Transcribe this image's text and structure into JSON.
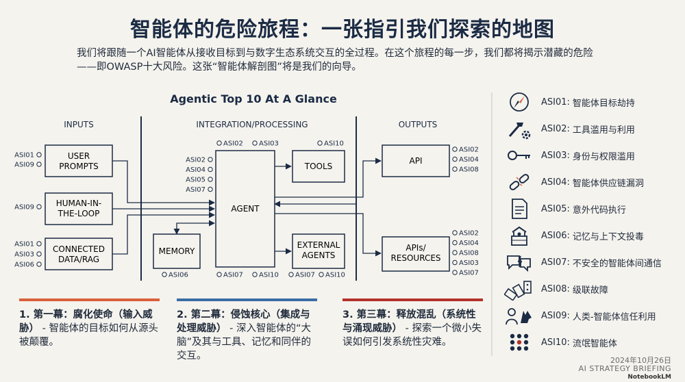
{
  "header": {
    "title": "智能体的危险旅程：一张指引我们探索的地图",
    "subtitle": "我们将跟随一个AI智能体从接收目标到与数字生态系统交互的全过程。在这个旅程的每一步，我们都将揭示潜藏的危险——即OWASP十大风险。这张“智能体解剖图”将是我们的向导。"
  },
  "diagram": {
    "heading": "Agentic Top 10 At A Glance",
    "sections": {
      "inputs": "INPUTS",
      "processing": "INTEGRATION/PROCESSING",
      "outputs": "OUTPUTS"
    },
    "boxes": {
      "user_prompts": [
        "USER",
        "PROMPTS"
      ],
      "human_loop": [
        "HUMAN-IN-",
        "THE-LOOP"
      ],
      "connected_data": [
        "CONNECTED",
        "DATA/RAG"
      ],
      "agent": "AGENT",
      "tools": "TOOLS",
      "memory": "MEMORY",
      "external_agents": [
        "EXTERNAL",
        "AGENTS"
      ],
      "api": "API",
      "apis_resources": [
        "APIs/",
        "RESOURCES"
      ]
    },
    "tags": {
      "user_prompts": [
        "ASI01",
        "ASI09"
      ],
      "human_loop": [
        "ASI09"
      ],
      "connected_data": [
        "ASI01",
        "ASI03",
        "ASI06"
      ],
      "agent_top": [
        "ASI02",
        "ASI03"
      ],
      "agent_left": [
        "ASI02",
        "ASI04",
        "ASI05",
        "ASI07"
      ],
      "agent_bottom": [
        "ASI07",
        "ASI10"
      ],
      "tools_top": [
        "ASI10"
      ],
      "memory_bottom": [
        "ASI06"
      ],
      "external_bottom": [
        "ASI07",
        "ASI10"
      ],
      "api": [
        "ASI02",
        "ASI04",
        "ASI08"
      ],
      "apis_resources": [
        "ASI02",
        "ASI04",
        "ASI08",
        "ASI03",
        "ASI07"
      ]
    }
  },
  "acts": [
    {
      "head": "1. 第一幕：腐化使命（输入威胁）",
      "body": " - 智能体的目标如何从源头被颠覆。",
      "color": "#d9603b"
    },
    {
      "head": "2. 第二幕：侵蚀核心（集成与处理威胁）",
      "body": " - 深入智能体的“大脑”及其与工具、记忆和同伴的交互。",
      "color": "#3a6ea5"
    },
    {
      "head": "3. 第三幕：释放混乱（系统性与涌现威胁）",
      "body": " - 探索一个微小失误如何引发系统性灾难。",
      "color": "#b3322a"
    }
  ],
  "risks": [
    {
      "code": "ASI01:",
      "name": "智能体目标劫持",
      "icon": "compass-icon"
    },
    {
      "code": "ASI02:",
      "name": "工具滥用与利用",
      "icon": "tools-gear-icon"
    },
    {
      "code": "ASI03:",
      "name": "身份与权限滥用",
      "icon": "key-icon"
    },
    {
      "code": "ASI04:",
      "name": "智能体供应链漏洞",
      "icon": "broken-chain-icon"
    },
    {
      "code": "ASI05:",
      "name": "意外代码执行",
      "icon": "code-document-icon"
    },
    {
      "code": "ASI06:",
      "name": "记忆与上下文投毒",
      "icon": "poisoned-well-icon"
    },
    {
      "code": "ASI07:",
      "name": "不安全的智能体间通信",
      "icon": "broken-chat-icon"
    },
    {
      "code": "ASI08:",
      "name": "级联故障",
      "icon": "dominoes-icon"
    },
    {
      "code": "ASI09:",
      "name": "人类-智能体信任利用",
      "icon": "person-wolf-icon"
    },
    {
      "code": "ASI10:",
      "name": "流氓智能体",
      "icon": "dots-grid-icon"
    }
  ],
  "footer": {
    "date": "2024年10月26日",
    "brief": "AI STRATEGY BRIEFING",
    "brand": "NotebookLM"
  },
  "colors": {
    "ink": "#1b2b44",
    "accent_orange": "#d9603b",
    "accent_blue": "#3a6ea5",
    "accent_red": "#b3322a"
  }
}
